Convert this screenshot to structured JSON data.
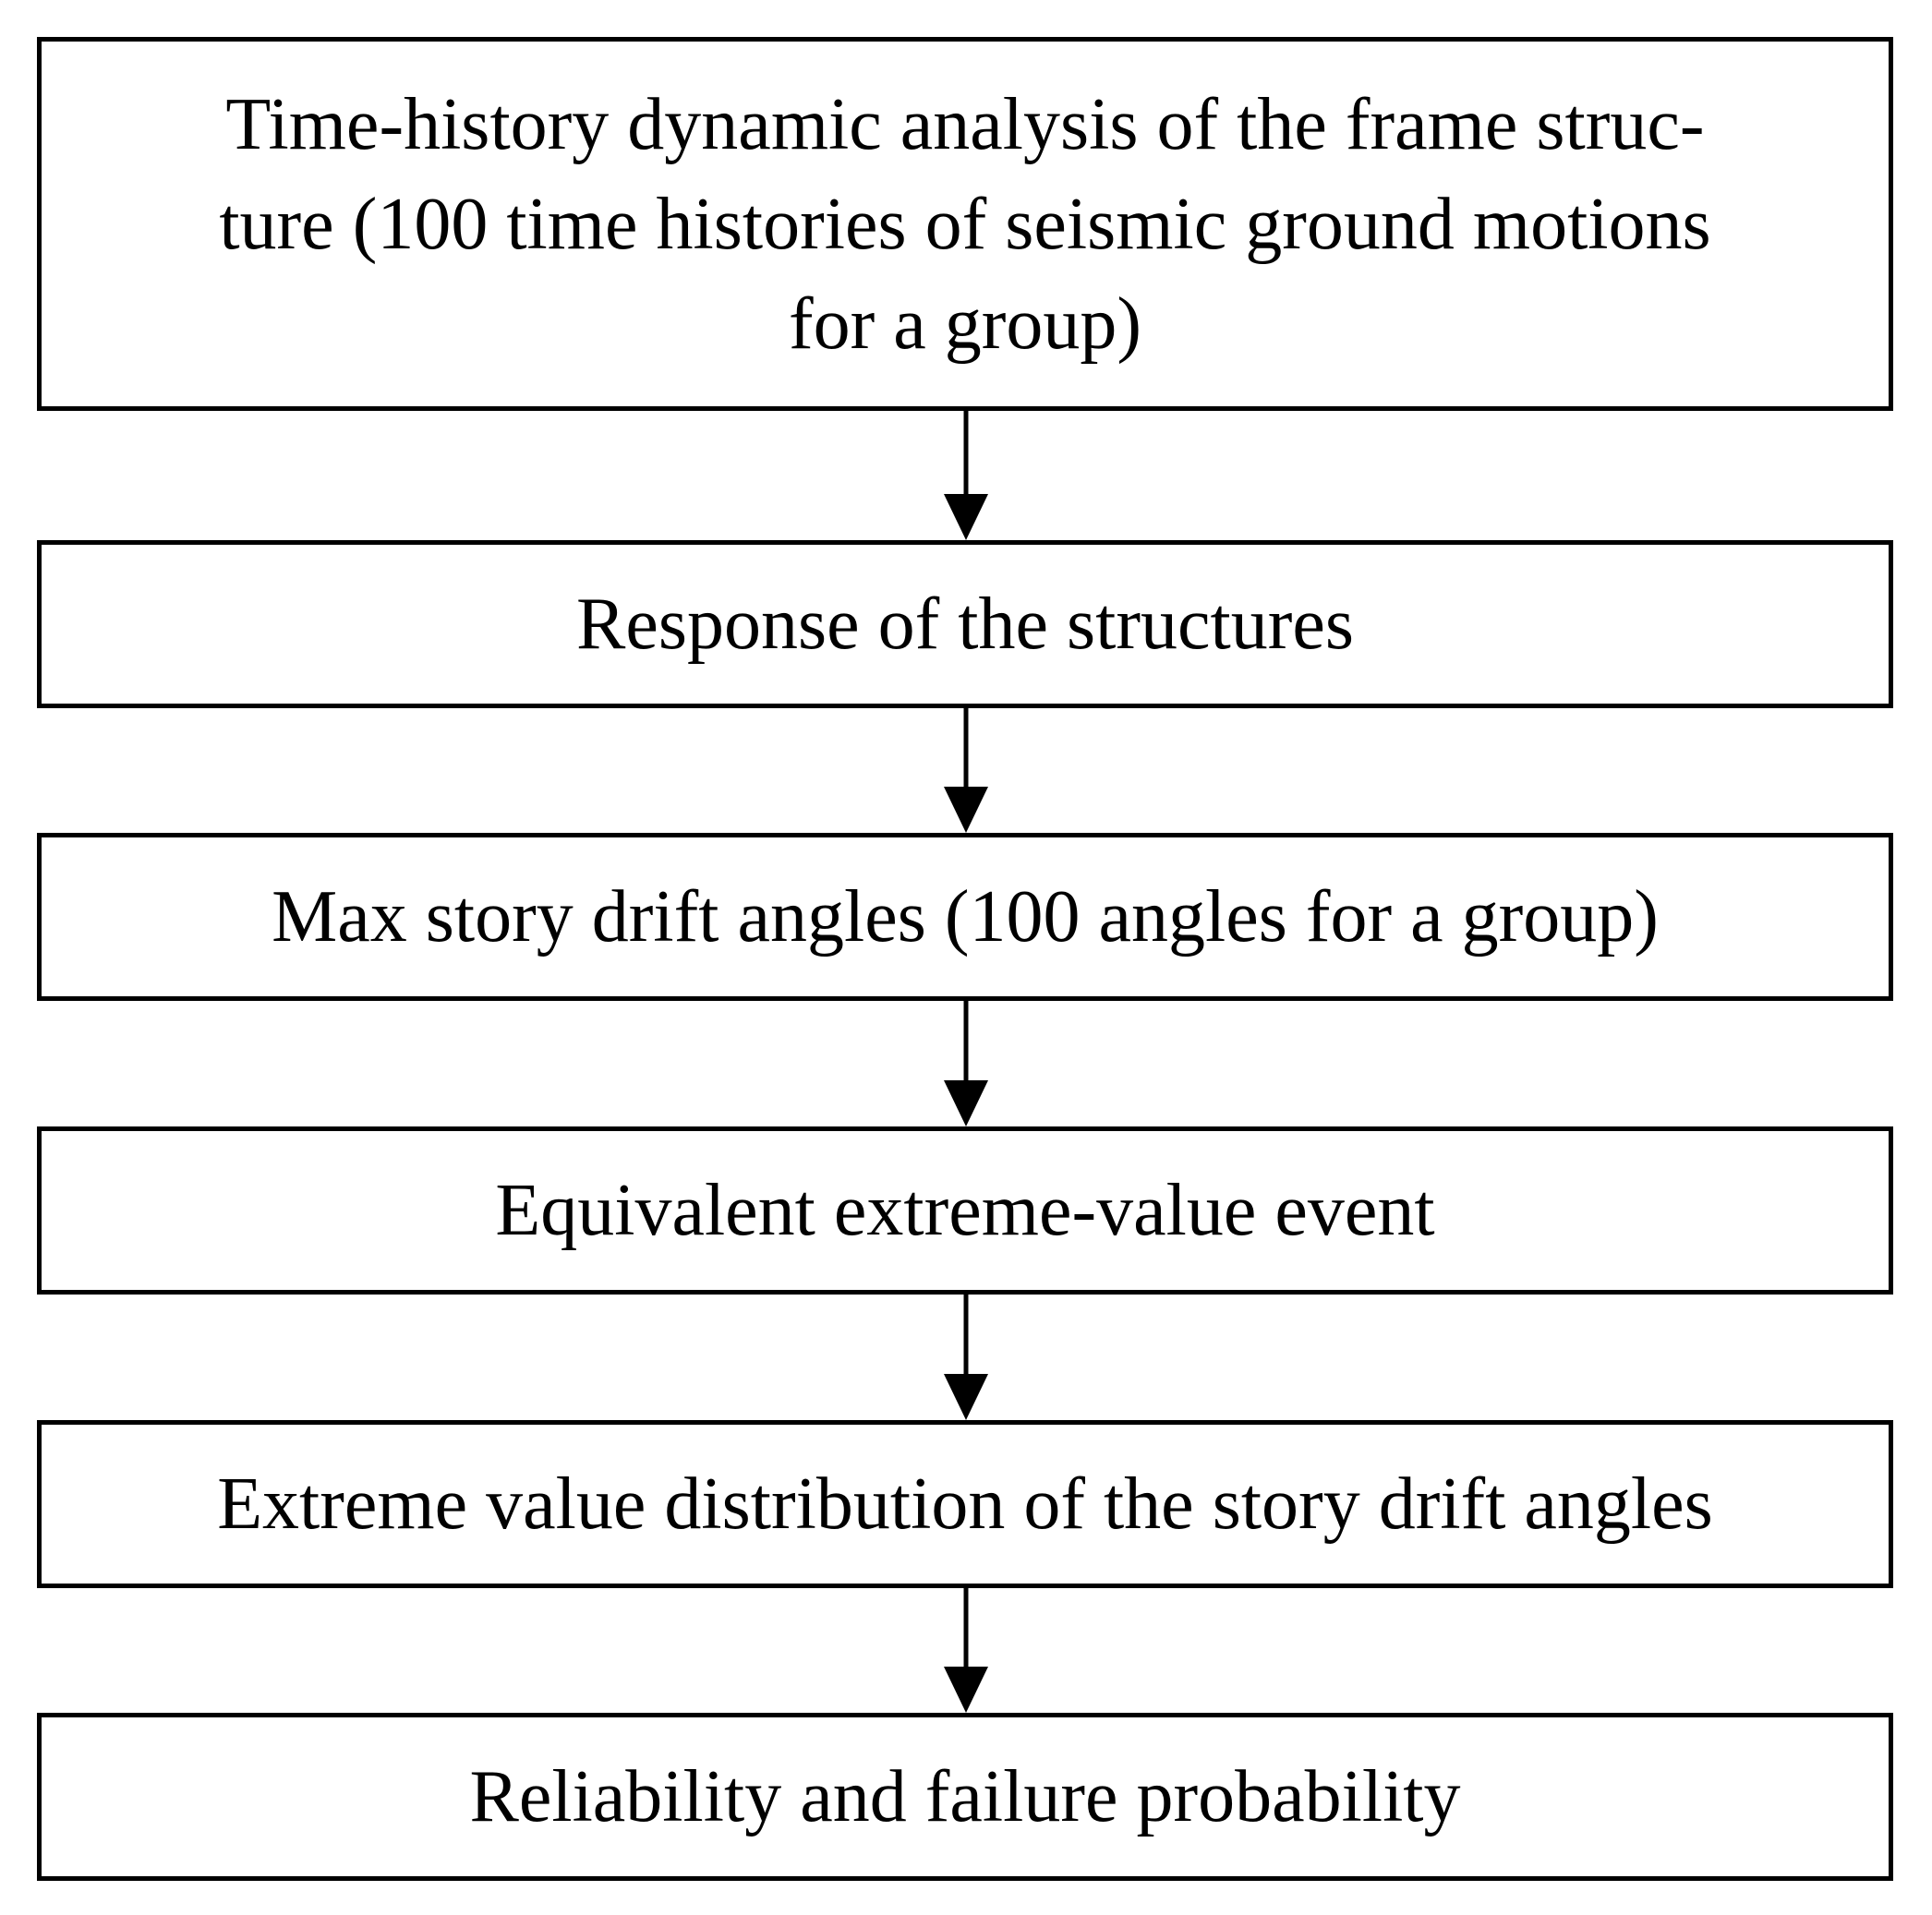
{
  "flowchart": {
    "steps": [
      {
        "label": "Time-history dynamic analysis of the frame struc-\nture (100 time histories of seismic ground motions\nfor a group)"
      },
      {
        "label": "Response of the structures"
      },
      {
        "label": "Max story drift angles (100 angles for a group)"
      },
      {
        "label": "Equivalent extreme-value event"
      },
      {
        "label": "Extreme value distribution of the story drift angles"
      },
      {
        "label": "Reliability and failure probability"
      }
    ]
  }
}
